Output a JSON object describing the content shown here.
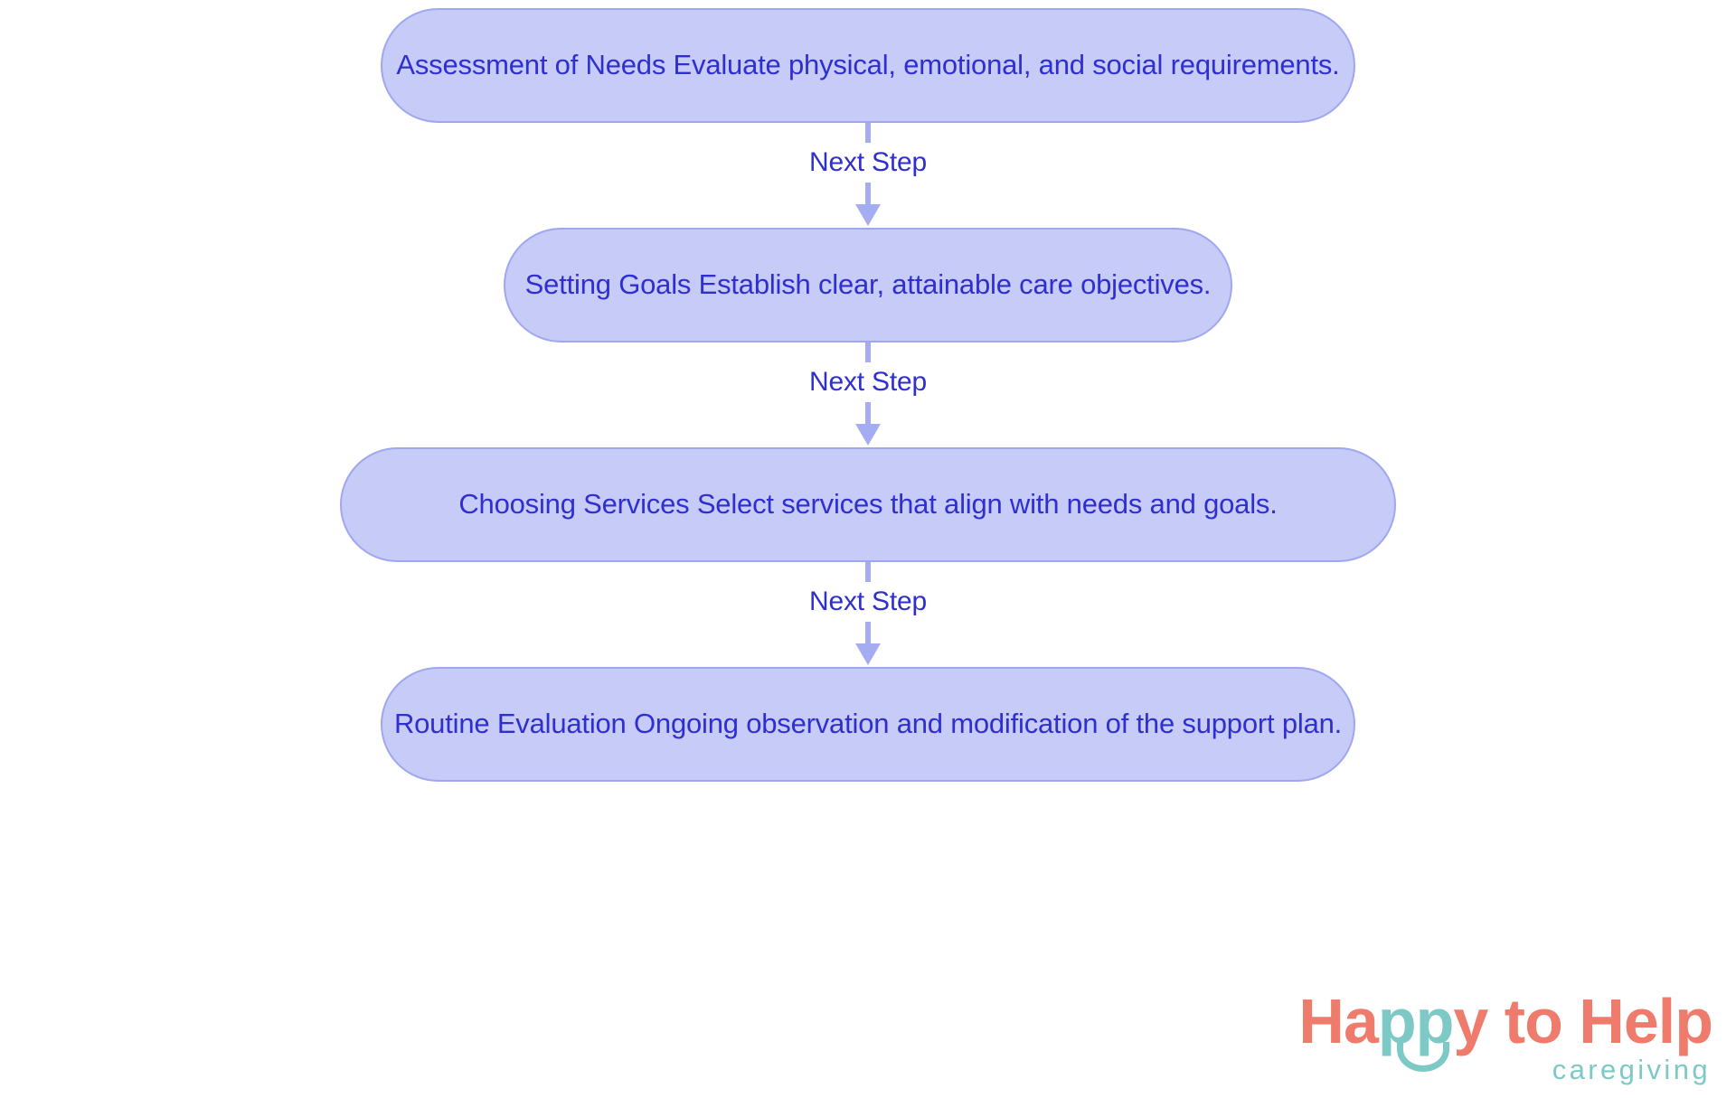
{
  "chart_data": {
    "type": "diagram",
    "diagram_kind": "flowchart",
    "orientation": "top-to-bottom",
    "title": "",
    "node_fill": "#c7cbf8",
    "node_border": "#9ea7f0",
    "node_text_color": "#2f2fd0",
    "edge_color": "#a5adf2",
    "background": "#ffffff",
    "nodes": [
      {
        "id": "n1",
        "label": "Assessment of Needs Evaluate physical, emotional, and social requirements."
      },
      {
        "id": "n2",
        "label": "Setting Goals Establish clear, attainable care objectives."
      },
      {
        "id": "n3",
        "label": "Choosing Services Select services that align with needs and goals."
      },
      {
        "id": "n4",
        "label": "Routine Evaluation Ongoing observation and modification of the support plan."
      }
    ],
    "edges": [
      {
        "from": "n1",
        "to": "n2",
        "label": "Next Step"
      },
      {
        "from": "n2",
        "to": "n3",
        "label": "Next Step"
      },
      {
        "from": "n3",
        "to": "n4",
        "label": "Next Step"
      }
    ]
  },
  "flow": {
    "steps": [
      {
        "label": "Assessment of Needs Evaluate physical, emotional, and social requirements."
      },
      {
        "label": "Setting Goals Establish clear, attainable care objectives."
      },
      {
        "label": "Choosing Services Select services that align with needs and goals."
      },
      {
        "label": "Routine Evaluation Ongoing observation and modification of the support plan."
      }
    ],
    "connectors": [
      {
        "label": "Next Step"
      },
      {
        "label": "Next Step"
      },
      {
        "label": "Next Step"
      }
    ]
  },
  "brand": {
    "word_1": "H",
    "word_2": "a",
    "word_3": "pp",
    "word_4": "y",
    "word_5": " to Help",
    "tagline": "caregiving",
    "salmon": "#ee7b6b",
    "teal": "#7cc9c6"
  }
}
